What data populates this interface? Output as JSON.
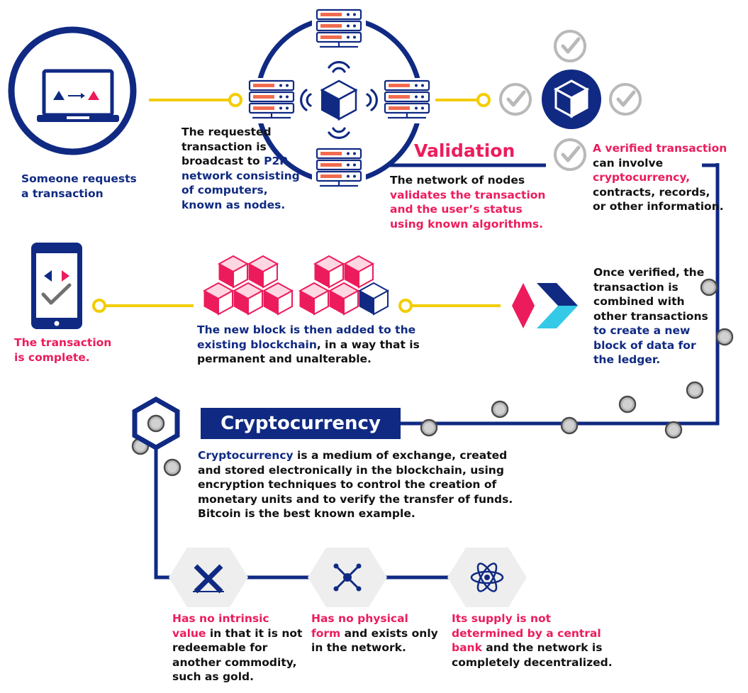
{
  "colors": {
    "navy": "#102a83",
    "pink": "#ec1c5c",
    "yellow": "#f3cd00",
    "gray": "#9e9e9e",
    "cyan": "#35c9e8"
  },
  "icons": [
    "laptop-icon",
    "server-icon",
    "wifi-signal-icon",
    "cube-icon",
    "checkmark-icon",
    "smartphone-icon",
    "blocks-icon",
    "chevron-arrow-icon",
    "hexagon-node-icon",
    "no-value-icon",
    "molecule-icon",
    "atom-icon"
  ],
  "steps": {
    "request": {
      "line1": "Someone requests",
      "line2": "a transaction"
    },
    "broadcast": {
      "line1": "The requested",
      "line2": "transaction is",
      "line3_plain": "broadcast to ",
      "line3_hl": "P2P",
      "line4": "network consisting",
      "line5": "of computers,",
      "line6": "known as nodes."
    },
    "validation": {
      "title": "Validation",
      "line1": "The network of nodes",
      "line2": "validates the transaction",
      "line3": "and the user’s status",
      "line4": "using known algorithms."
    },
    "verified": {
      "line1": "A verified transaction",
      "line2": "can involve",
      "line3": "cryptocurrency,",
      "line4": "contracts, records,",
      "line5": "or other information."
    },
    "combined": {
      "line1": "Once verified, the",
      "line2": "transaction is",
      "line3": "combined with",
      "line4": "other transactions",
      "line5": "to create a new",
      "line6": "block of data for",
      "line7": "the ledger."
    },
    "added": {
      "line1": "The new block is then added to the",
      "line2_hl": "existing blockchain",
      "line2_plain": ", in a way that is",
      "line3": "permanent and unalterable."
    },
    "complete": {
      "line1": "The transaction",
      "line2": "is complete."
    }
  },
  "cryptocurrency": {
    "banner": "Cryptocurrency",
    "desc_hl": "Cryptocurrency",
    "desc_line1_rest": " is a medium of exchange, created",
    "desc_line2": "and stored electronically in the blockchain, using",
    "desc_line3": "encryption techniques to control the creation of",
    "desc_line4": "monetary units and to verify the transfer of funds.",
    "desc_line5": "Bitcoin is the best known example."
  },
  "features": [
    {
      "hl1": "Has no intrinsic",
      "hl2": "value",
      "rest2": " in that it is not",
      "line3": "redeemable for",
      "line4": "another commodity,",
      "line5": "such as gold."
    },
    {
      "hl1": "Has no physical",
      "hl2": "form",
      "rest2": " and exists only",
      "line3": "in the network."
    },
    {
      "hl1": "Its supply is not",
      "hl2a": "determined by a central",
      "hl2b": "bank",
      "rest3": " and the network is",
      "line4": "completely decentralized."
    }
  ]
}
